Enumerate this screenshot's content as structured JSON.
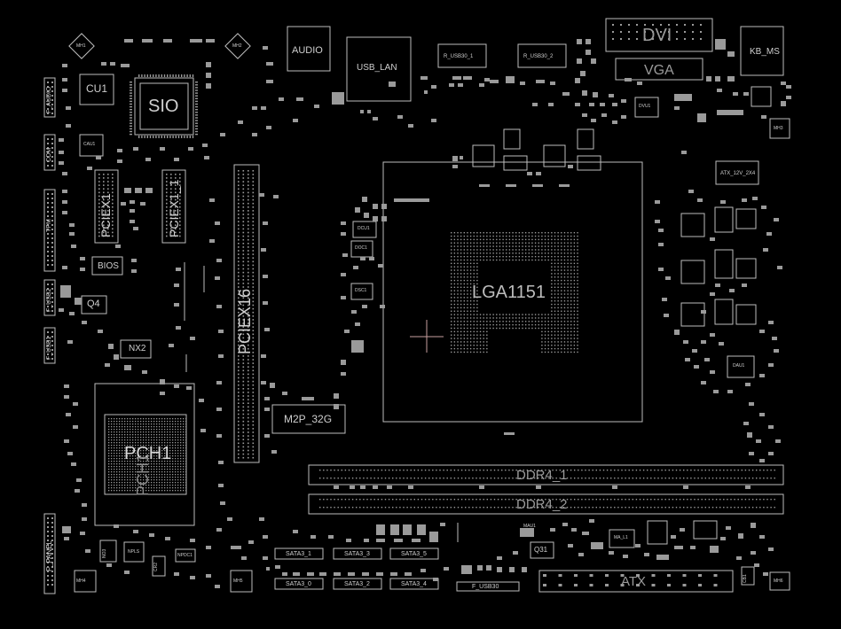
{
  "board": {
    "colors": {
      "background": "#000000",
      "silk": "#cfcfcf",
      "pads": "#9a9a9a",
      "crosshair": "#c8a0a0"
    },
    "labels": {
      "dvi": "DVI",
      "vga": "VGA",
      "kb_ms": "KB_MS",
      "audio": "AUDIO",
      "usb_lan": "USB_LAN",
      "r_usb30_1": "R_USB30_1",
      "r_usb30_2": "R_USB30_2",
      "cu1": "CU1",
      "sio": "SIO",
      "pciex1": "PCIEX1",
      "pciex1_1": "PCIEX1_1",
      "pciex16": "PCIEX16",
      "bios": "BIOS",
      "q4": "Q4",
      "nx2": "NX2",
      "pch1": "PCH1",
      "pch1_sub": "PCH1",
      "lga1151": "LGA1151",
      "m2p_32g": "M2P_32G",
      "ddr4_1": "DDR4_1",
      "ddr4_2": "DDR4_2",
      "atx": "ATX",
      "atx_12v_2x4": "ATX_12V_2X4",
      "sata3_1": "SATA3_1",
      "sata3_3": "SATA3_3",
      "sata3_5": "SATA3_5",
      "sata3_0": "SATA3_0",
      "sata3_2": "SATA3_2",
      "sata3_4": "SATA3_4",
      "f_usb30": "F_USB30",
      "f_panel": "F_PANEL",
      "f_audio": "F_AUDIO",
      "com": "COM",
      "tpm": "TPM",
      "f_usb2": "F_USB2",
      "f_usb1": "F_USB1",
      "q31": "Q31",
      "mh1": "MH1",
      "mh2": "MH2",
      "mh3": "MH3",
      "mh4": "MH4",
      "mh5": "MH5",
      "mh6": "MH6",
      "dcu1": "DCU1",
      "doc1": "DOC1",
      "dsc1": "DSC1",
      "dvu1": "DVU1",
      "dau1": "DAU1",
      "cau1": "CAU1",
      "nos": "NO3",
      "npls": "NPLS",
      "npdc1": "NPDC1",
      "ma_l1": "MA_L1",
      "mau1": "MAU1",
      "cr2": "CR2",
      "cb1": "CB1"
    }
  }
}
